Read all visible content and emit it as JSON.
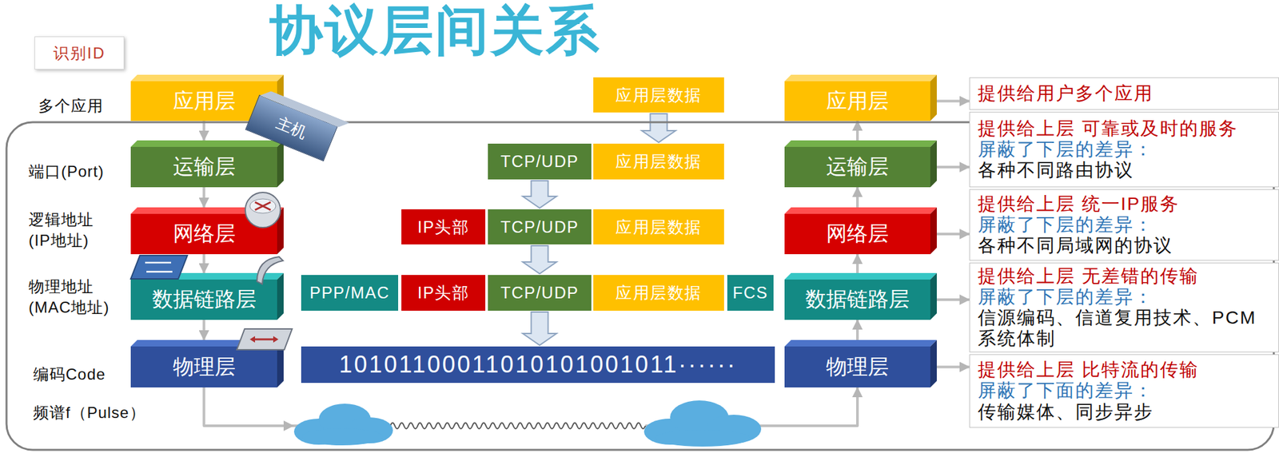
{
  "diagram": {
    "title": "协议层间关系",
    "nodes": [
      {
        "text": [
          "识别ID"
        ]
      },
      {
        "text": [
          "应用层"
        ]
      },
      {
        "text": [
          "主机"
        ]
      },
      {
        "text": [
          "应用层数据"
        ]
      },
      {
        "text": [
          "应用层"
        ]
      },
      {
        "text": [
          "提供给用户多个应用"
        ]
      },
      {
        "text": [
          "运输层"
        ]
      },
      {
        "text": [
          "TCP/UDP"
        ]
      },
      {
        "text": [
          "应用层数据"
        ]
      },
      {
        "text": [
          "运输层"
        ]
      },
      {
        "text": [
          "提供给上层 可靠或及时的服务",
          "屏蔽了下层的差异：",
          "各种不同路由协议"
        ]
      },
      {
        "text": [
          "网络层"
        ]
      },
      {
        "text": [
          "IP头部"
        ]
      },
      {
        "text": [
          "TCP/UDP"
        ]
      },
      {
        "text": [
          "应用层数据"
        ]
      },
      {
        "text": [
          "网络层"
        ]
      },
      {
        "text": [
          "提供给上层 统一IP服务",
          "屏蔽了下层的差异：",
          "各种不同局域网的协议"
        ]
      },
      {
        "text": [
          "数据链路层"
        ]
      },
      {
        "text": [
          "PPP/MAC"
        ]
      },
      {
        "text": [
          "IP头部"
        ]
      },
      {
        "text": [
          "TCP/UDP"
        ]
      },
      {
        "text": [
          "应用层数据"
        ]
      },
      {
        "text": [
          "FCS"
        ]
      },
      {
        "text": [
          "数据链路层"
        ]
      },
      {
        "text": [
          "提供给上层 无差错的传输",
          "屏蔽了下层的差异：",
          "信源编码、信道复用技术、PCM系统体制"
        ]
      },
      {
        "text": [
          "物理层"
        ]
      },
      {
        "text": [
          "10101100011010101001011······"
        ]
      },
      {
        "text": [
          "物理层"
        ]
      },
      {
        "text": [
          "提供给上层 比特流的传输",
          "屏蔽了下面的差异：",
          "传输媒体、同步异步"
        ]
      }
    ],
    "edges": [
      {
        "from": 1,
        "to": 6,
        "arrow": "to"
      },
      {
        "from": 6,
        "to": 11,
        "arrow": "to"
      },
      {
        "from": 11,
        "to": 17,
        "arrow": "to"
      },
      {
        "from": 17,
        "to": 25,
        "arrow": "to"
      },
      {
        "from": 25,
        "to": 27,
        "arrow": "to"
      },
      {
        "from": 27,
        "to": 23,
        "arrow": "to"
      },
      {
        "from": 23,
        "to": 15,
        "arrow": "to"
      },
      {
        "from": 15,
        "to": 9,
        "arrow": "to"
      },
      {
        "from": 9,
        "to": 4,
        "arrow": "to"
      },
      {
        "from": 4,
        "to": 5,
        "arrow": "to"
      },
      {
        "from": 9,
        "to": 10,
        "arrow": "to"
      },
      {
        "from": 15,
        "to": 16,
        "arrow": "to"
      },
      {
        "from": 23,
        "to": 24,
        "arrow": "to"
      },
      {
        "from": 27,
        "to": 28,
        "arrow": "to"
      },
      {
        "from": 3,
        "to": 8,
        "arrow": "to"
      },
      {
        "from": 7,
        "to": 13,
        "arrow": "to"
      },
      {
        "from": 13,
        "to": 20,
        "arrow": "to"
      },
      {
        "from": 20,
        "to": 26,
        "arrow": "to"
      }
    ],
    "labels": [
      "多个应用",
      "端口(Port)",
      "逻辑地址 (IP地址)",
      "物理地址 (MAC地址)",
      "编码Code",
      "频谱f（Pulse）"
    ]
  }
}
